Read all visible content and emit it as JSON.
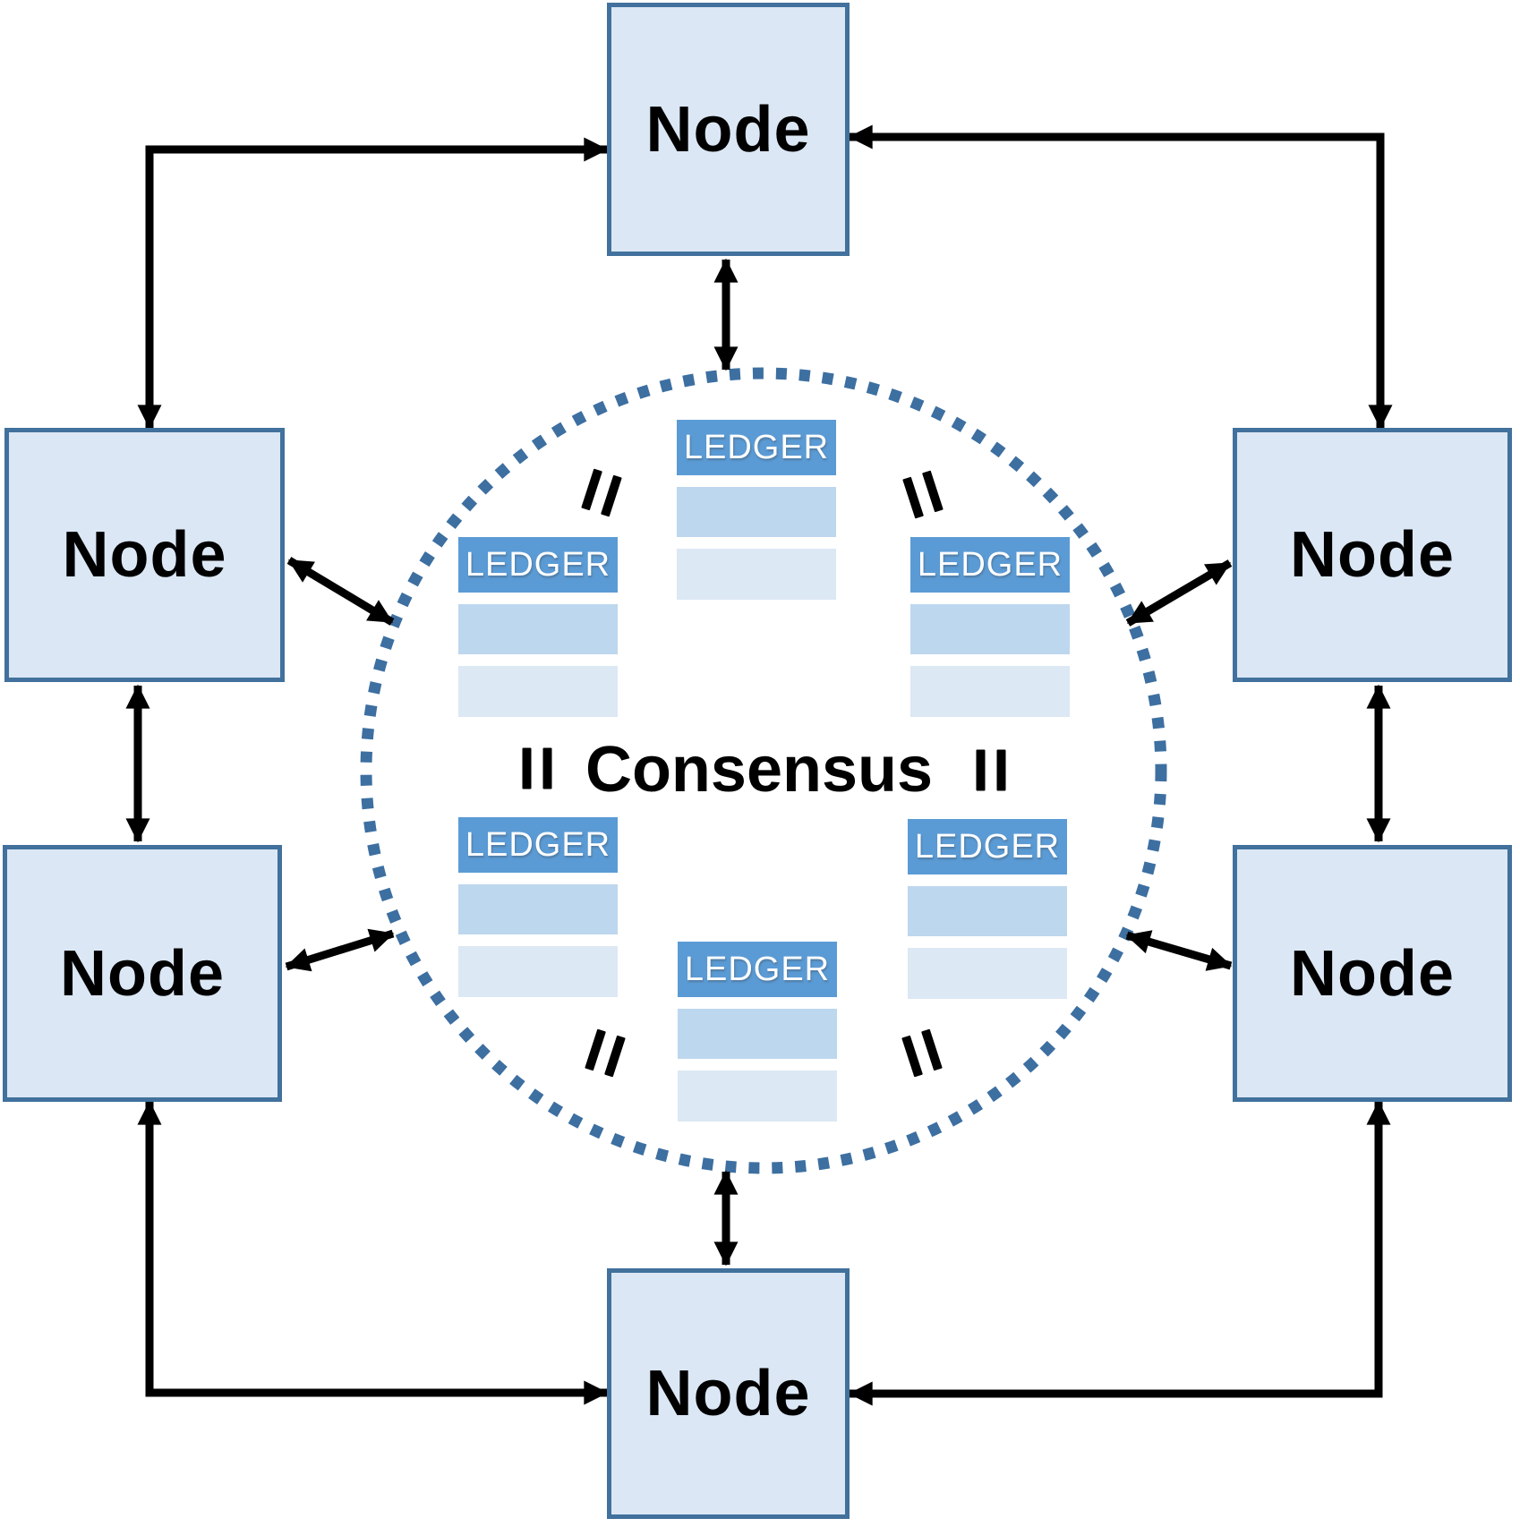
{
  "nodes": [
    {
      "position": "top",
      "label": "Node"
    },
    {
      "position": "upper-left",
      "label": "Node"
    },
    {
      "position": "upper-right",
      "label": "Node"
    },
    {
      "position": "lower-left",
      "label": "Node"
    },
    {
      "position": "lower-right",
      "label": "Node"
    },
    {
      "position": "bottom",
      "label": "Node"
    }
  ],
  "consensus": {
    "label": "Consensus",
    "equals_symbol": "="
  },
  "ledgers": [
    {
      "position": "top",
      "title": "LEDGER"
    },
    {
      "position": "middle-left",
      "title": "LEDGER"
    },
    {
      "position": "middle-right",
      "title": "LEDGER"
    },
    {
      "position": "lower-left",
      "title": "LEDGER"
    },
    {
      "position": "lower-right",
      "title": "LEDGER"
    },
    {
      "position": "bottom",
      "title": "LEDGER"
    }
  ],
  "colors": {
    "node_fill": "#dbe7f4",
    "node_border": "#41719c",
    "ledger_header": "#5b9bd5",
    "ledger_row_1": "#bdd7ee",
    "ledger_row_2": "#dce8f4",
    "circle_dots": "#3d6fa1",
    "arrow": "#000000"
  }
}
